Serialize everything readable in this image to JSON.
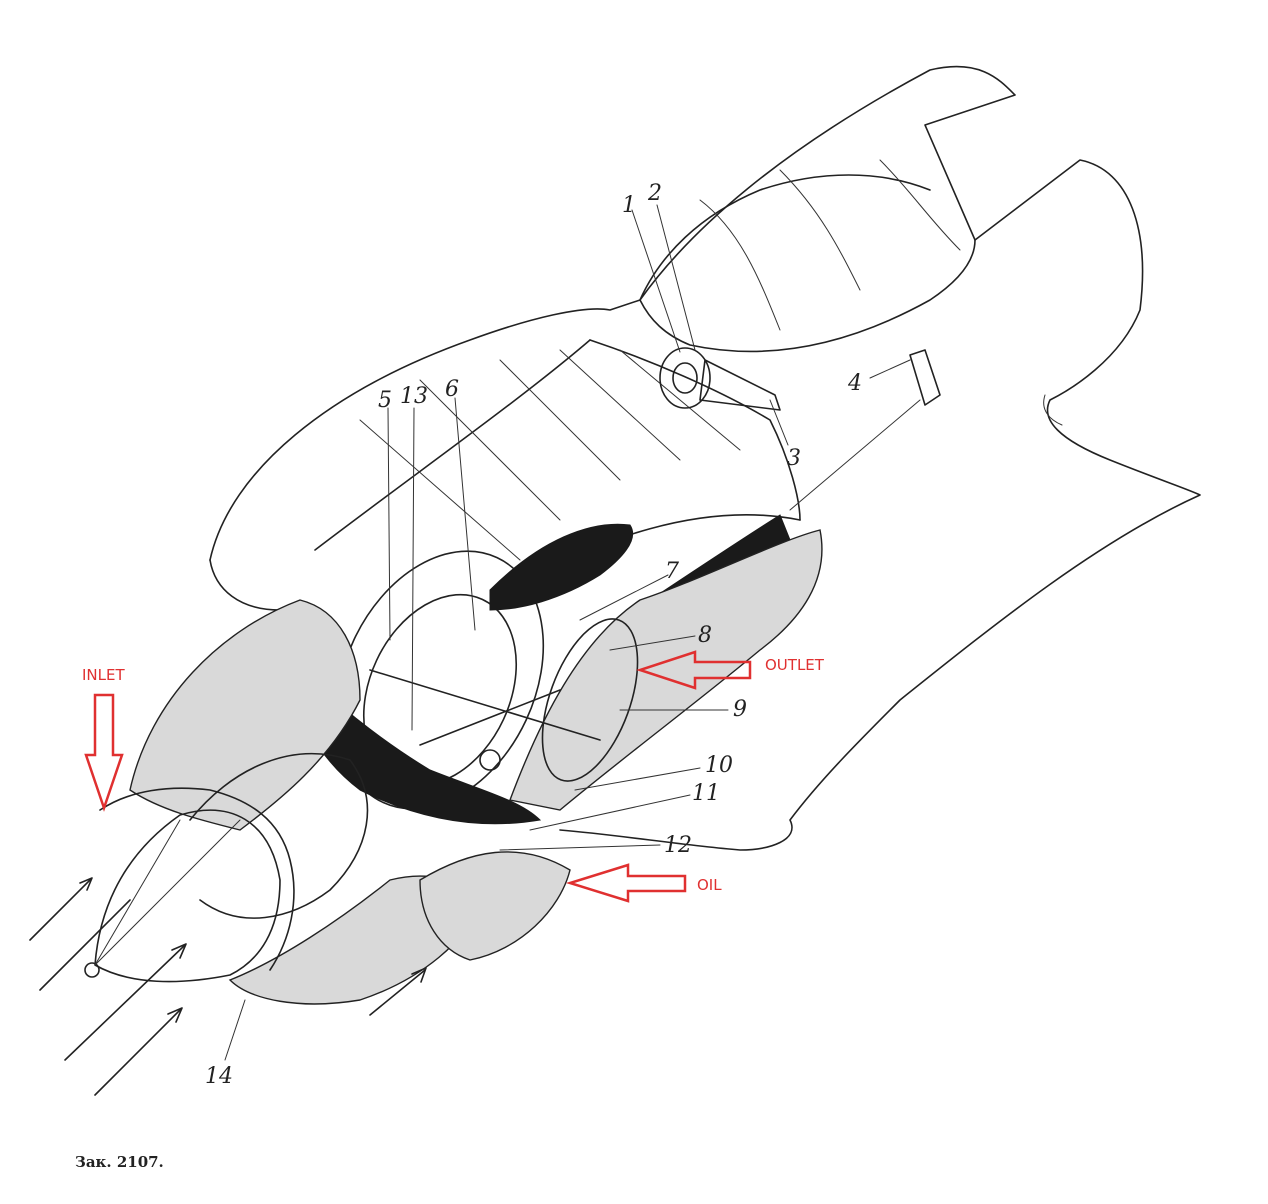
{
  "colors": {
    "ink": "#222222",
    "annotation": "#e03030"
  },
  "part_labels": [
    "1",
    "2",
    "3",
    "4",
    "5",
    "13",
    "6",
    "7",
    "8",
    "9",
    "10",
    "11",
    "12",
    "14"
  ],
  "annotations": {
    "inlet": "INLET",
    "outlet": "OUTLET",
    "oil": "OIL"
  },
  "caption": "Зак. 2107."
}
